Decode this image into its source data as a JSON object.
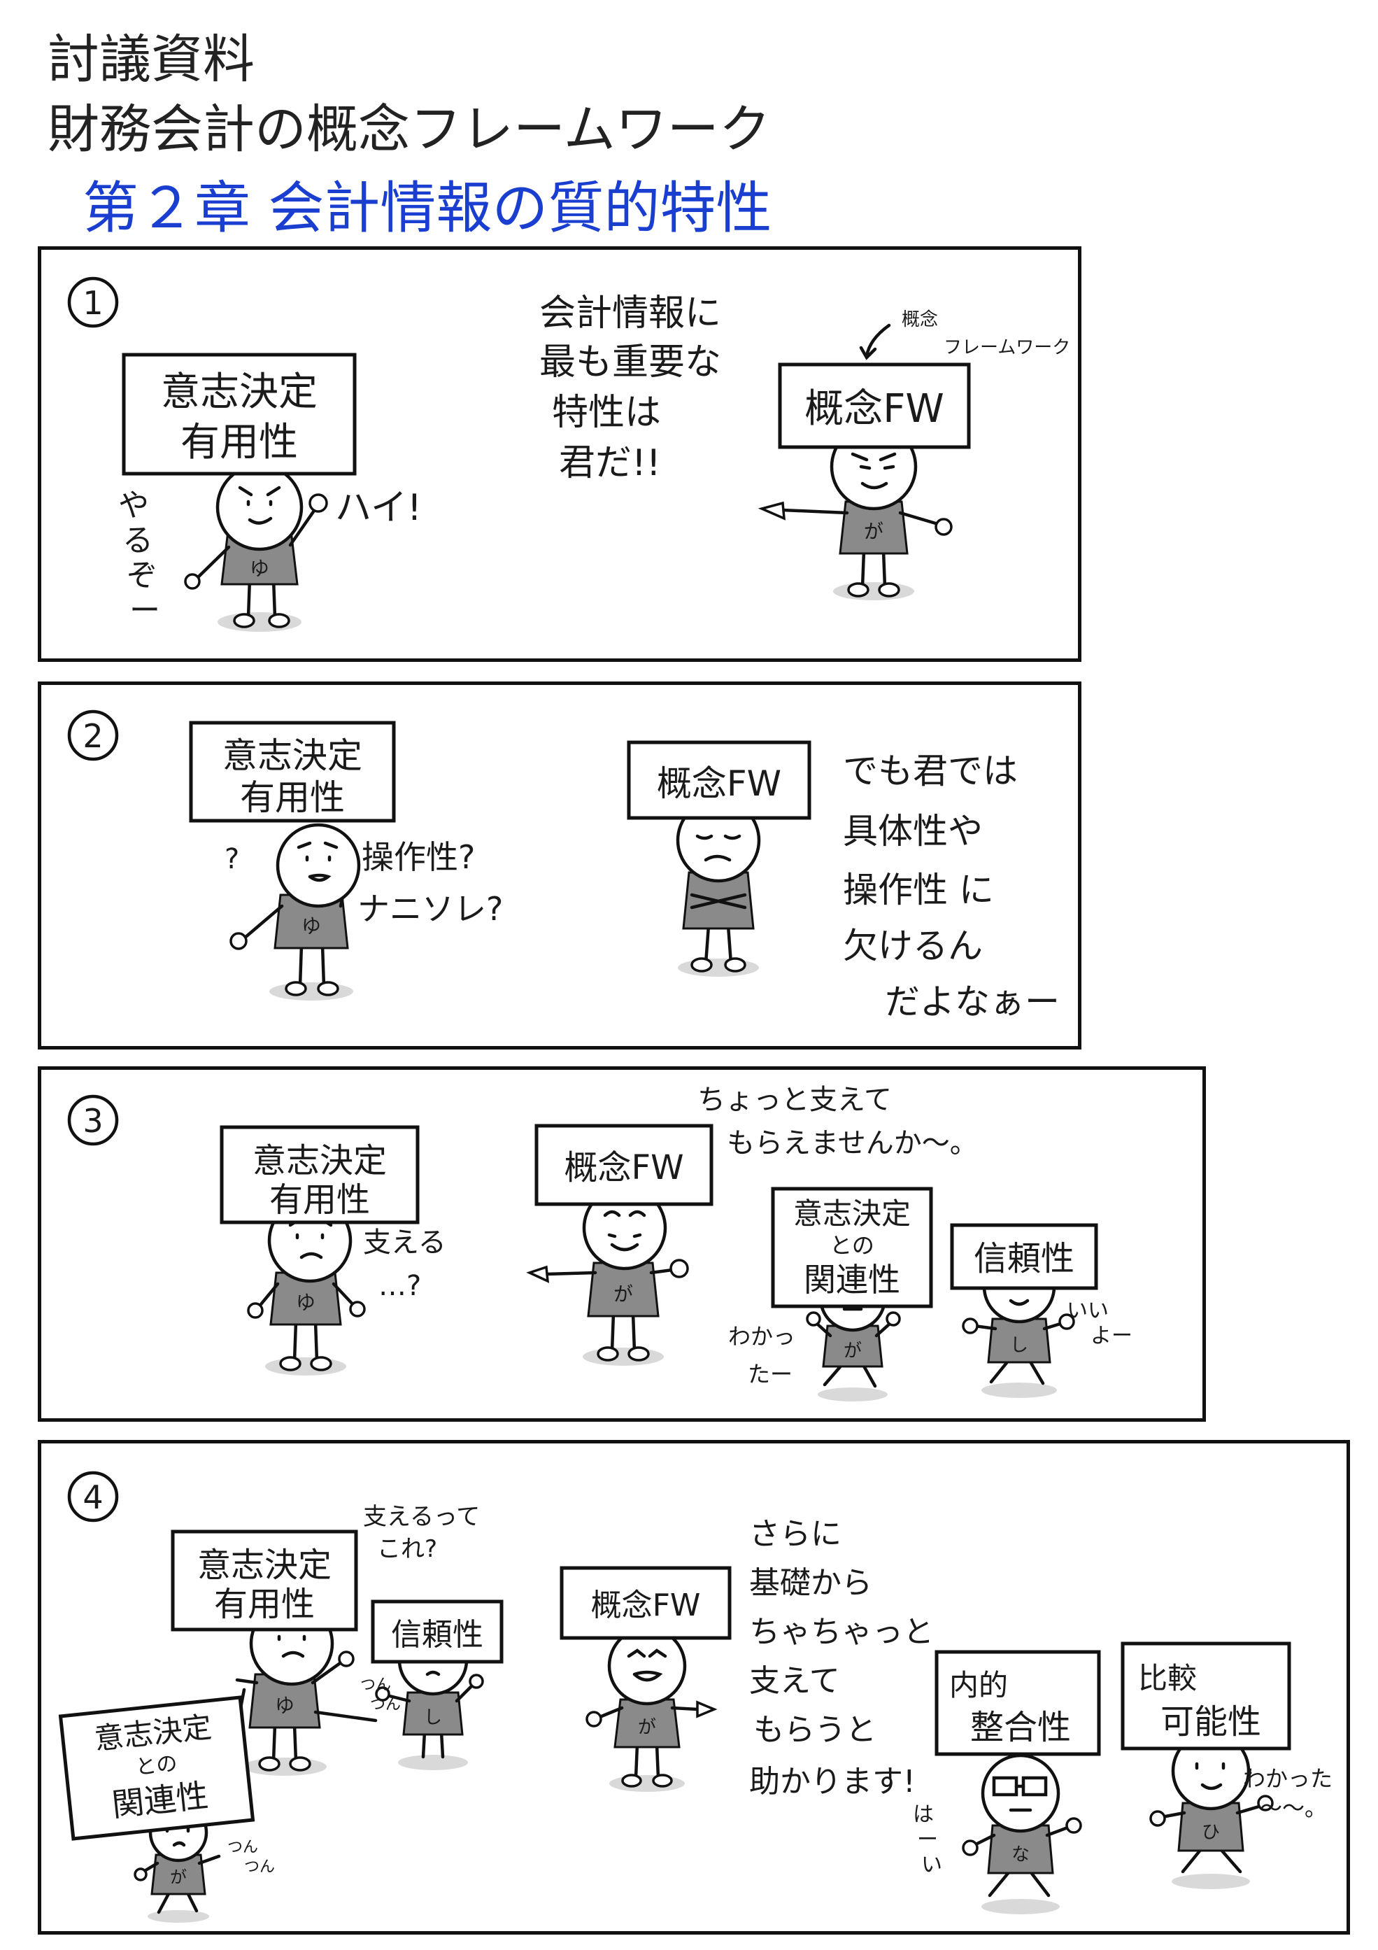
{
  "title": {
    "line1": "討議資料",
    "line2": "財務会計の概念フレームワーク",
    "chapter": "第２章 会計情報の質的特性"
  },
  "panel1": {
    "number": "1",
    "sign_decision": [
      "意志決定",
      "有用性"
    ],
    "sign_fw": "概念FW",
    "note_fw": [
      "概念",
      "フレームワーク"
    ],
    "yu_say": "ハイ!",
    "yu_side": [
      "や",
      "る",
      "ぞ",
      "ー"
    ],
    "fw_say": [
      "会計情報に",
      "最も重要な",
      "特性は",
      "君だ!!"
    ],
    "shirt_yu": "ゆ",
    "shirt_ga": "が"
  },
  "panel2": {
    "number": "2",
    "sign_decision": [
      "意志決定",
      "有用性"
    ],
    "sign_fw": "概念FW",
    "q_mark": "?",
    "yu_say": [
      "操作性?",
      "ナニソレ?"
    ],
    "fw_say": [
      "でも君では",
      "具体性や",
      "操作性 に",
      "欠けるん",
      "だよなぁー"
    ],
    "shirt_yu": "ゆ"
  },
  "panel3": {
    "number": "3",
    "sign_decision": [
      "意志決定",
      "有用性"
    ],
    "sign_fw": "概念FW",
    "sign_relevance": [
      "意志決定",
      "との",
      "関連性"
    ],
    "sign_reliability": "信頼性",
    "fw_say": [
      "ちょっと支えて",
      "もらえませんか〜。"
    ],
    "yu_say": [
      "支える",
      "…?"
    ],
    "ga_say": [
      "わかっ",
      "たー"
    ],
    "shi_say": [
      "いい",
      "よー"
    ],
    "shirt_yu": "ゆ",
    "shirt_ga": "が",
    "shirt_shi": "し"
  },
  "panel4": {
    "number": "4",
    "sign_decision": [
      "意志決定",
      "有用性"
    ],
    "sign_relevance": [
      "意志決定",
      "との",
      "関連性"
    ],
    "sign_reliability": "信頼性",
    "sign_fw": "概念FW",
    "sign_consistency": [
      "内的",
      "整合性"
    ],
    "sign_comparability": [
      "比較",
      "可能性"
    ],
    "yu_say": [
      "支えるって",
      "これ?"
    ],
    "fw_say": [
      "さらに",
      "基礎から",
      "ちゃちゃっと",
      "支えて",
      "もらうと",
      "助かります!"
    ],
    "tsun1": [
      "つん",
      "つん"
    ],
    "tsun2": [
      "つん",
      "つん"
    ],
    "na_say": [
      "は",
      "ー",
      "い"
    ],
    "hi_say": [
      "わかった",
      "〜〜。"
    ],
    "shirt_yu": "ゆ",
    "shirt_ga": "が",
    "shirt_shi": "し",
    "shirt_na": "な",
    "shirt_hi": "ひ"
  },
  "colors": {
    "chapter_blue": "#1a3fd0",
    "shirt_gray": "#8a8a8a",
    "shadow_gray": "#d9d9d9"
  }
}
